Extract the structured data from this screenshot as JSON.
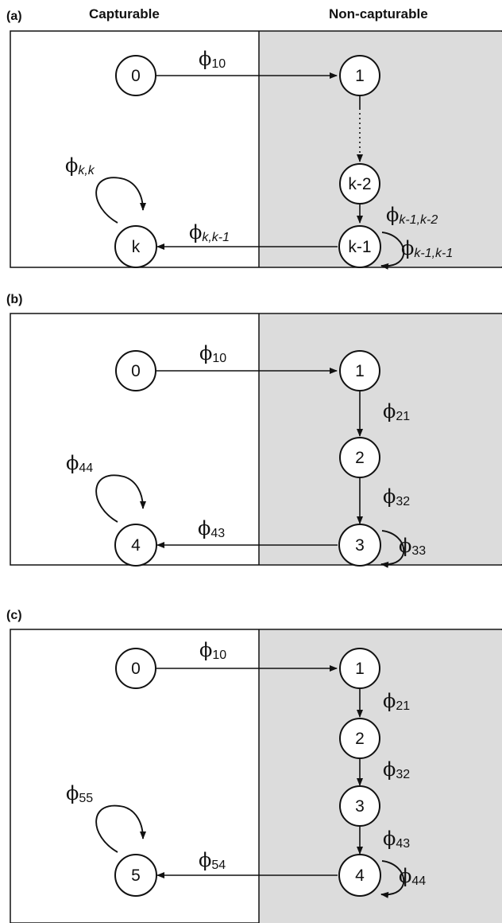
{
  "header": {
    "left": "Capturable",
    "right": "Non-capturable"
  },
  "colors": {
    "shade": "#dcdcdc",
    "ink": "#111111",
    "white": "#ffffff"
  },
  "panels": [
    {
      "label": "(a)",
      "nodes": {
        "n0": "0",
        "n1": "1",
        "nk2": "k-2",
        "nk1": "k-1",
        "nk": "k"
      },
      "labels": {
        "l10": {
          "phi": "ϕ",
          "sub": "10"
        },
        "lkk": {
          "phi": "ϕ",
          "sub": "k,k"
        },
        "lkk1": {
          "phi": "ϕ",
          "sub": "k,k-1"
        },
        "lk1k2": {
          "phi": "ϕ",
          "sub": "k-1,k-2"
        },
        "lk1k1": {
          "phi": "ϕ",
          "sub": "k-1,k-1"
        }
      }
    },
    {
      "label": "(b)",
      "nodes": {
        "n0": "0",
        "n1": "1",
        "n2": "2",
        "n3": "3",
        "n4": "4"
      },
      "labels": {
        "l10": {
          "phi": "ϕ",
          "sub": "10"
        },
        "l21": {
          "phi": "ϕ",
          "sub": "21"
        },
        "l32": {
          "phi": "ϕ",
          "sub": "32"
        },
        "l43": {
          "phi": "ϕ",
          "sub": "43"
        },
        "l44": {
          "phi": "ϕ",
          "sub": "44"
        },
        "l33": {
          "phi": "ϕ",
          "sub": "33"
        }
      }
    },
    {
      "label": "(c)",
      "nodes": {
        "n0": "0",
        "n1": "1",
        "n2": "2",
        "n3": "3",
        "n4": "4",
        "n5": "5"
      },
      "labels": {
        "l10": {
          "phi": "ϕ",
          "sub": "10"
        },
        "l21": {
          "phi": "ϕ",
          "sub": "21"
        },
        "l32": {
          "phi": "ϕ",
          "sub": "32"
        },
        "l43": {
          "phi": "ϕ",
          "sub": "43"
        },
        "l54": {
          "phi": "ϕ",
          "sub": "54"
        },
        "l55": {
          "phi": "ϕ",
          "sub": "55"
        },
        "l44": {
          "phi": "ϕ",
          "sub": "44"
        }
      }
    }
  ]
}
